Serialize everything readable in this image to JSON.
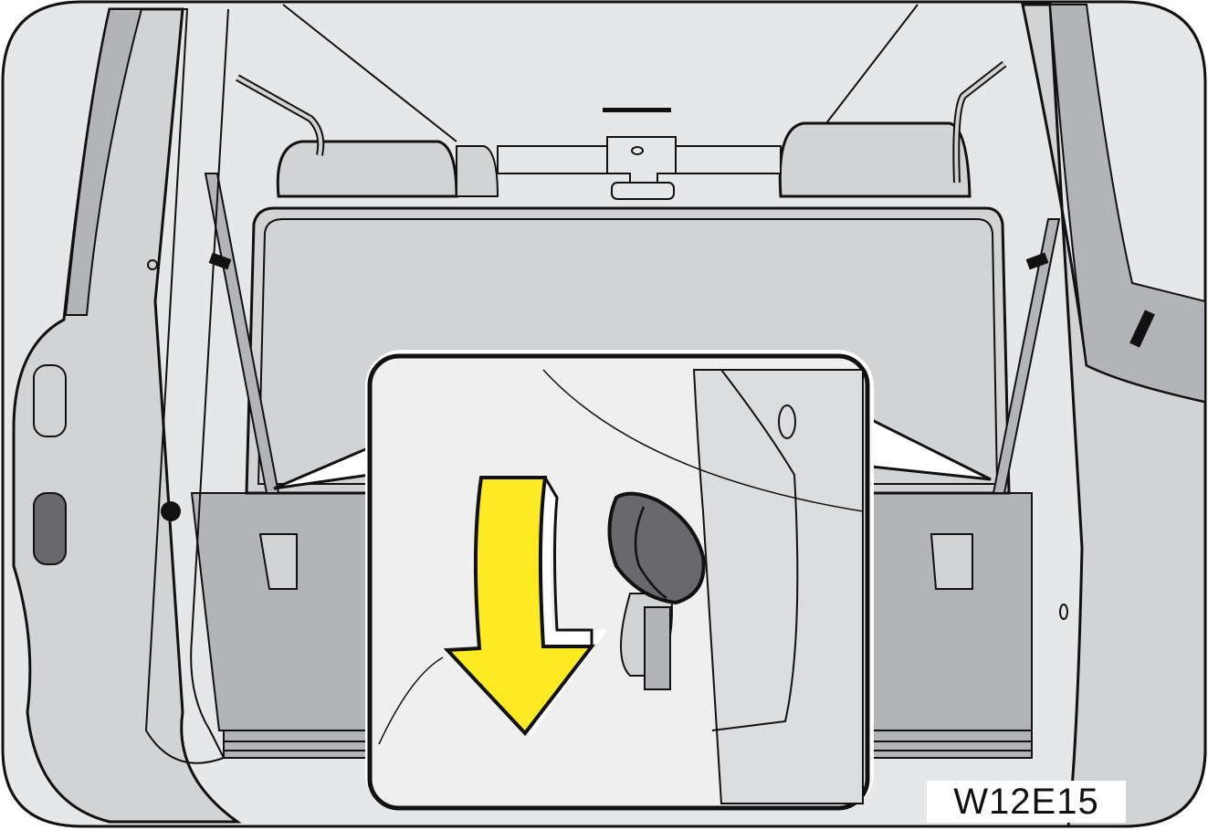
{
  "illustration": {
    "subject": "Vehicle rear cargo area with rear seat backs and seatbelts",
    "inset": {
      "description": "Close-up of seat recline knob",
      "arrow_direction": "down",
      "arrow_color": "#fdea22",
      "knob_color": "#68686d"
    },
    "figure_code": "W12E15"
  },
  "colors": {
    "outline": "#111111",
    "light_fill": "#e6e7e8",
    "mid_fill": "#d2d3d5",
    "dark_fill": "#b3b4b7",
    "inset_bg": "#efefef",
    "arrow": "#fdea22",
    "knob": "#68686d"
  }
}
